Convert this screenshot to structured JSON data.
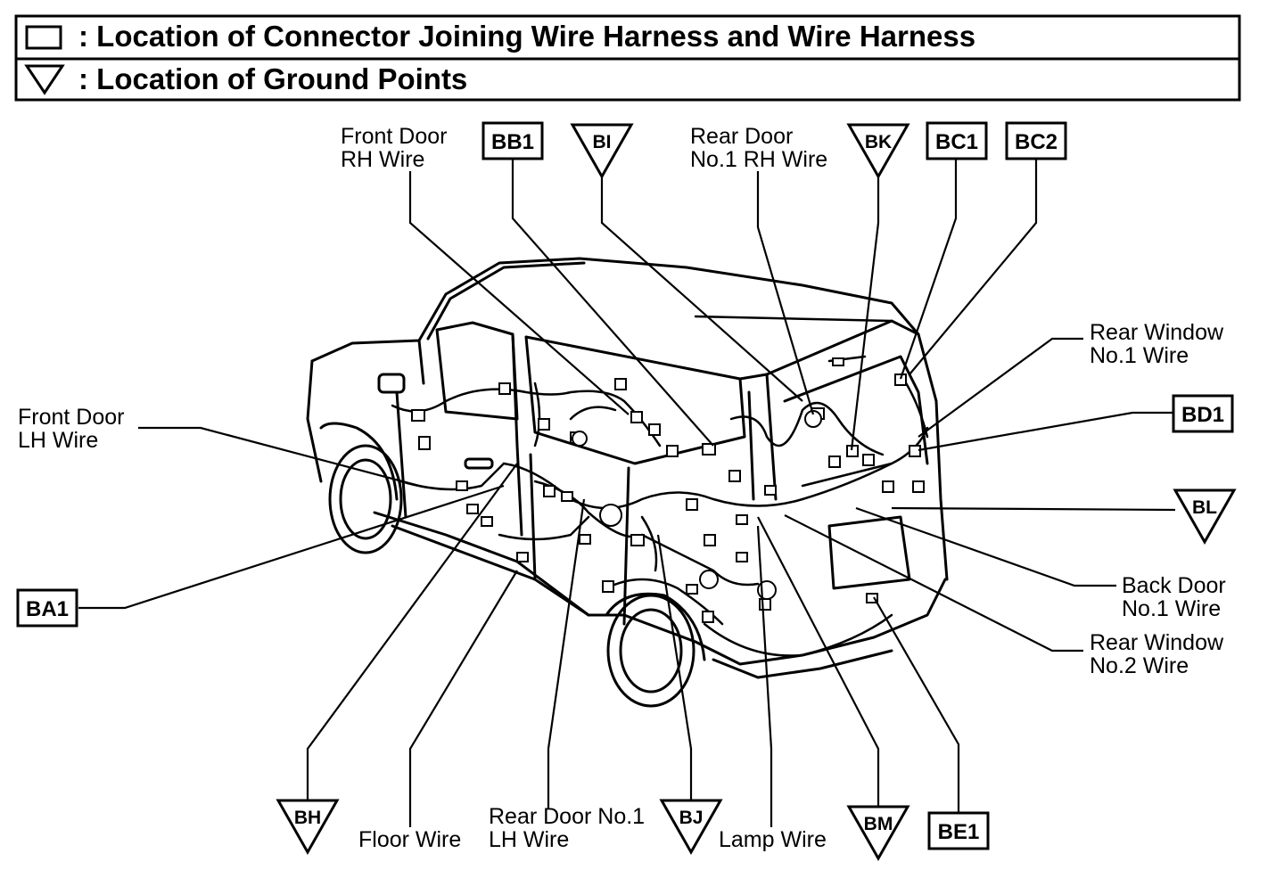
{
  "legend": {
    "connector_text": ": Location of Connector Joining Wire Harness and Wire Harness",
    "ground_text": ": Location of Ground Points"
  },
  "connectors": {
    "bb1": "BB1",
    "bc1": "BC1",
    "bc2": "BC2",
    "bd1": "BD1",
    "ba1": "BA1",
    "be1": "BE1"
  },
  "grounds": {
    "bi": "BI",
    "bk": "BK",
    "bl": "BL",
    "bh": "BH",
    "bj": "BJ",
    "bm": "BM"
  },
  "wires": {
    "front_door_rh": [
      "Front Door",
      "RH Wire"
    ],
    "rear_door_no1_rh": [
      "Rear Door",
      "No.1 RH Wire"
    ],
    "rear_window_no1": [
      "Rear Window",
      "No.1 Wire"
    ],
    "front_door_lh": [
      "Front Door",
      "LH Wire"
    ],
    "back_door_no1": [
      "Back Door",
      "No.1 Wire"
    ],
    "rear_window_no2": [
      "Rear Window",
      "No.2 Wire"
    ],
    "floor": "Floor Wire",
    "rear_door_no1_lh": [
      "Rear Door No.1",
      "LH Wire"
    ],
    "lamp": "Lamp Wire"
  }
}
